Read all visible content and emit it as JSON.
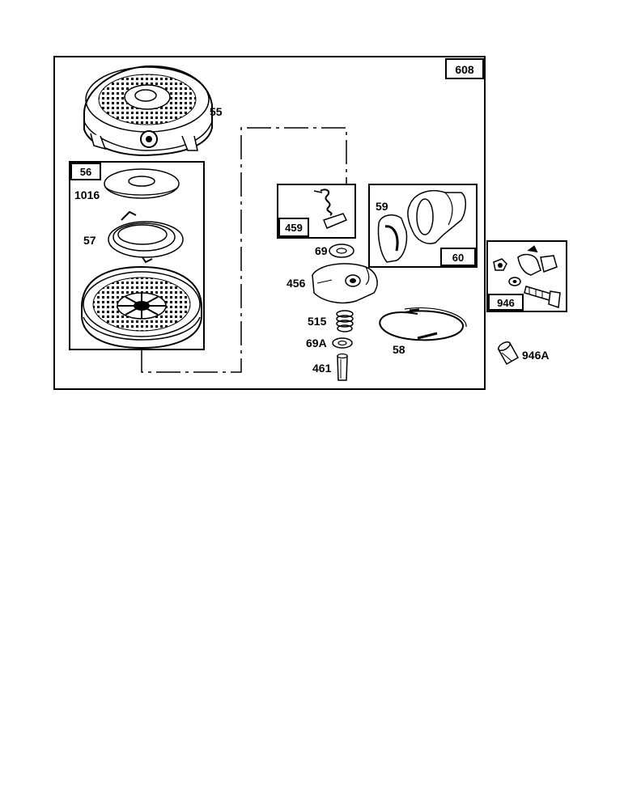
{
  "colors": {
    "ink": "#000000",
    "paper": "#ffffff"
  },
  "assembly": {
    "number": "608"
  },
  "kits": {
    "k56": "56",
    "k459": "459",
    "k60": "60",
    "k946": "946"
  },
  "parts": {
    "p55": "55",
    "p1016": "1016",
    "p57": "57",
    "p69": "69",
    "p456": "456",
    "p515": "515",
    "p69a": "69A",
    "p461": "461",
    "p58": "58",
    "p59": "59",
    "p946a": "946A"
  }
}
